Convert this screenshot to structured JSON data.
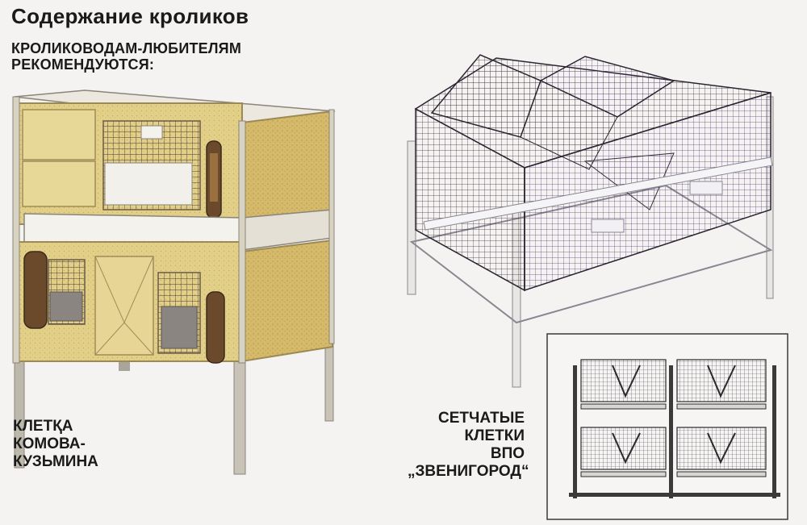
{
  "page": {
    "title": "Содержание кроликов",
    "subtitle_lines": [
      "КРОЛИКОВОДАМ-ЛЮБИТЕЛЯМ",
      "РЕКОМЕНДУЮТСЯ:"
    ]
  },
  "left_cage": {
    "caption_lines": [
      "КЛЕТҚА",
      "КОМОВА-",
      "КУЗЬМИНА"
    ]
  },
  "right_cage": {
    "caption_lines": [
      "СЕТЧАТЫЕ",
      "КЛЕТКИ",
      "ВПО",
      "„ЗВЕНИГОРОД“"
    ]
  },
  "colors": {
    "background": "#f5f3f2",
    "wood": "#e3d08a",
    "wood_dark": "#cdb46a",
    "frame": "#b8b4a8",
    "mesh": "#3a2f3a",
    "mesh_purple": "#5a3f7a"
  }
}
